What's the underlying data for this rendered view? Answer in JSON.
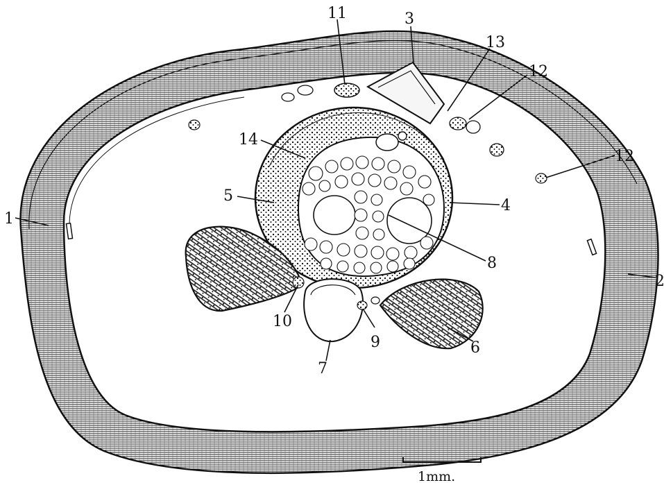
{
  "figure": {
    "labels": {
      "l1": "1",
      "l2": "2",
      "l3": "3",
      "l4": "4",
      "l5": "5",
      "l6": "6",
      "l7": "7",
      "l8": "8",
      "l9": "9",
      "l10": "10",
      "l11": "11",
      "l12a": "12",
      "l12b": "12",
      "l13": "13",
      "l14": "14"
    },
    "scale_bar": "1mm."
  },
  "colors": {
    "ink": "#111111",
    "paper": "#ffffff",
    "hatch": "#2a2a2a"
  }
}
